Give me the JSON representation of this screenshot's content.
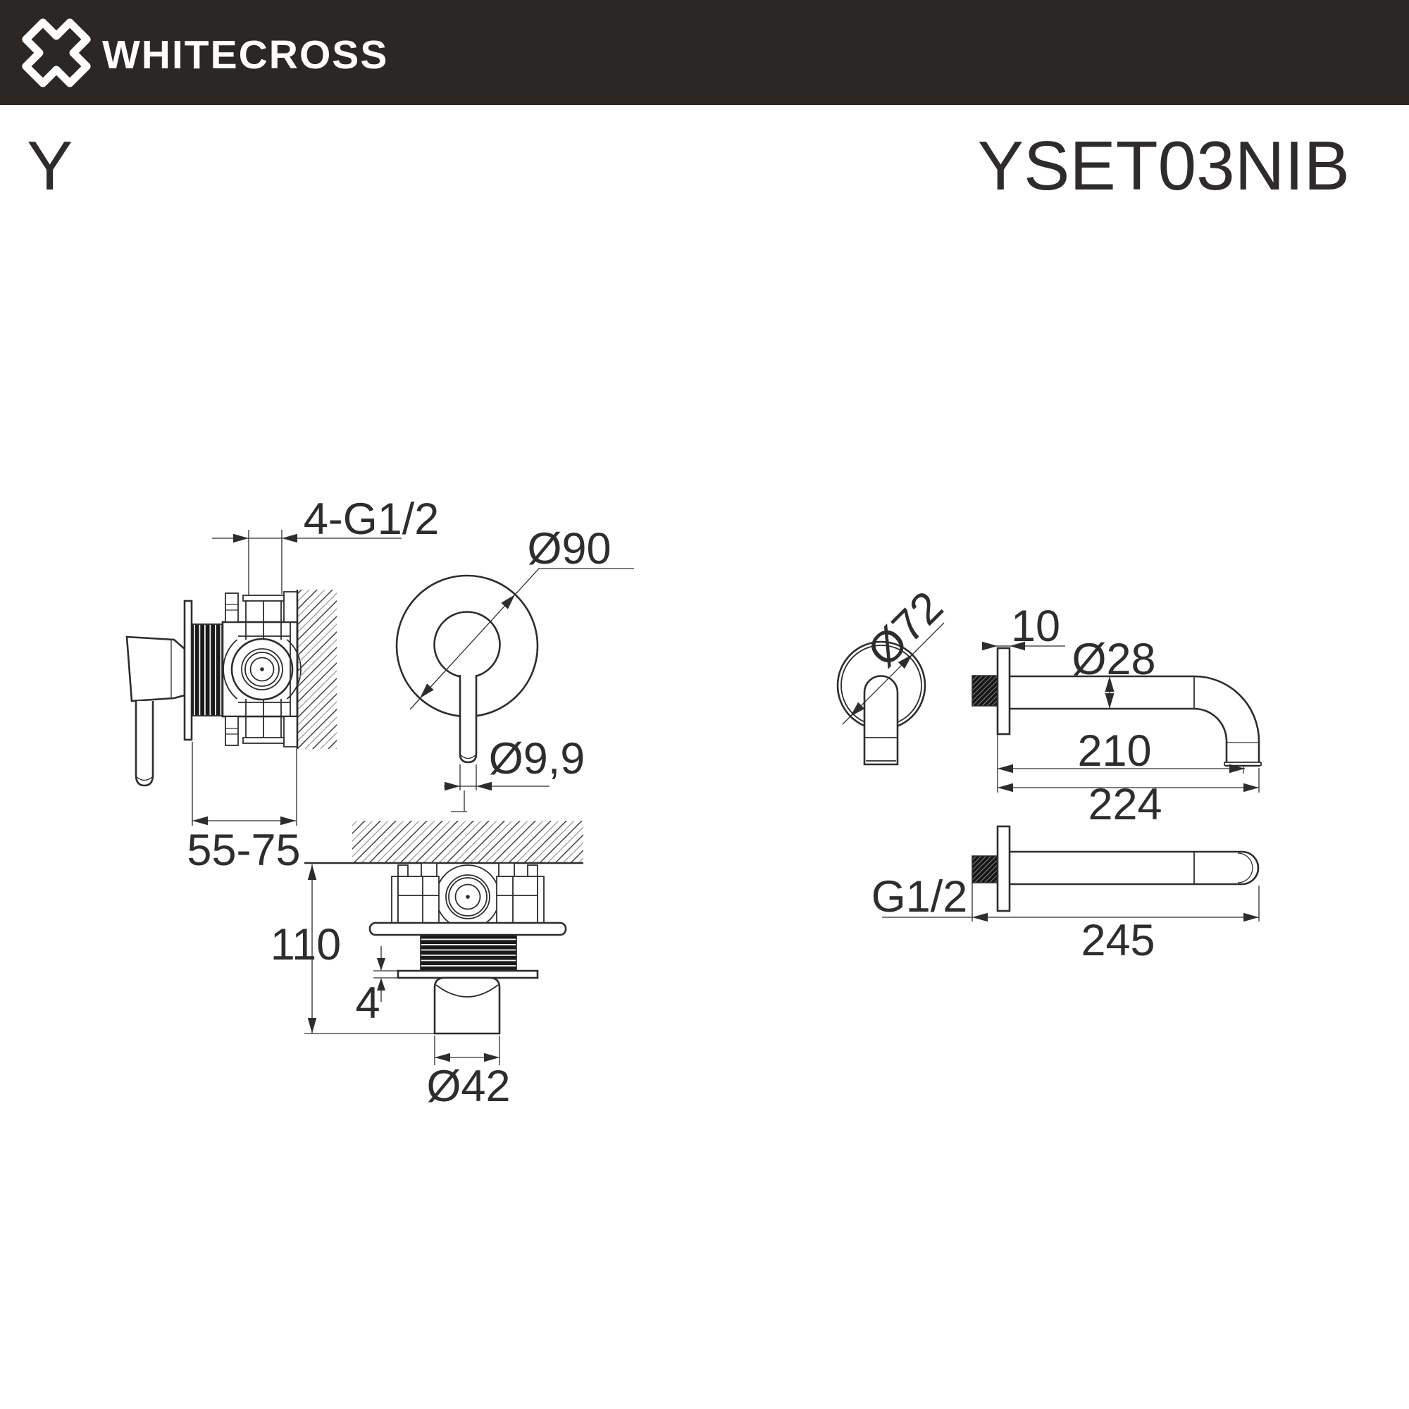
{
  "header": {
    "brand": "WHITECROSS",
    "bg_color": "#2A2725",
    "logo_icon": "x-cross-icon"
  },
  "title": {
    "series": "Y",
    "model": "YSET03NIB"
  },
  "dims": {
    "mixer_side": {
      "thread": "4-G1/2",
      "depth": "55-75"
    },
    "mixer_front": {
      "trim_diameter": "Ø90",
      "lever_diameter": "Ø9,9"
    },
    "mixer_top": {
      "height": "110",
      "plate_thickness": "4",
      "base_diameter": "Ø42"
    },
    "spout_front": {
      "flange_diameter": "Ø72"
    },
    "spout_side": {
      "flange_depth": "10",
      "tube_diameter": "Ø28",
      "reach": "210",
      "total_depth": "224"
    },
    "spout_top": {
      "thread": "G1/2",
      "length": "245"
    }
  },
  "colors": {
    "header_bg": "#2A2725",
    "line": "#2d2d2d",
    "text": "#2E2B2A"
  }
}
